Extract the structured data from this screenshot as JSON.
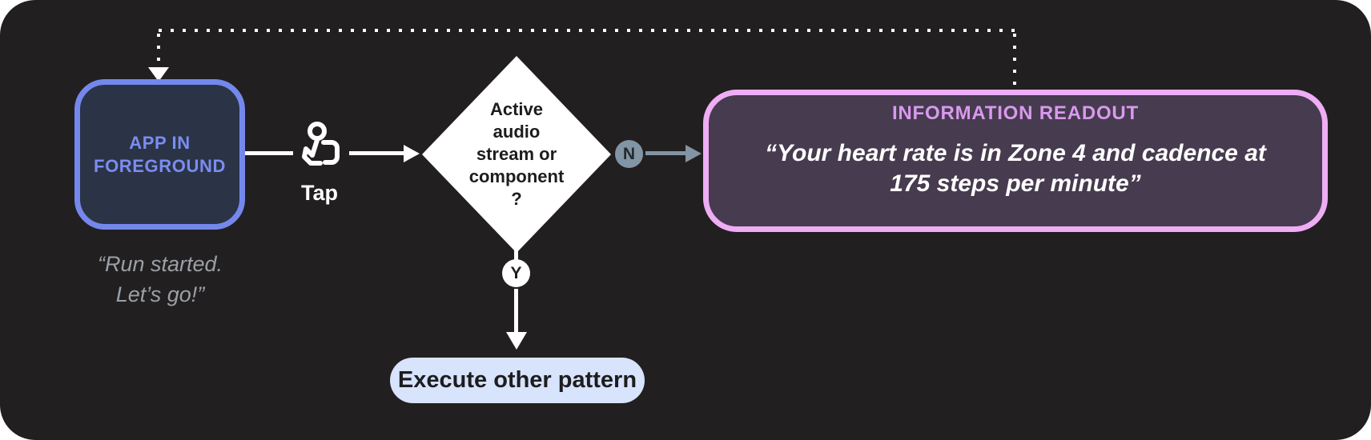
{
  "diagram": {
    "app_node": {
      "label": "APP IN\nFOREGROUND",
      "caption": "“Run started.\nLet’s go!”"
    },
    "tap": {
      "label": "Tap"
    },
    "decision": {
      "label": "Active\naudio\nstream or\ncomponent\n?"
    },
    "branches": {
      "no": "N",
      "yes": "Y"
    },
    "readout": {
      "title": "INFORMATION READOUT",
      "quote": "“Your heart rate is in Zone 4 and cadence at\n175 steps per minute”"
    },
    "execute": {
      "label": "Execute other pattern"
    }
  },
  "colors": {
    "canvas_bg": "#221f20",
    "app_border": "#7488ec",
    "app_fill": "#2b3347",
    "app_text": "#7b8df0",
    "caption_text": "#9aa0a6",
    "connector_white": "#ffffff",
    "decision_fill": "#ffffff",
    "decision_text": "#1d1d1d",
    "no_branch_gray": "#8295a4",
    "readout_border": "#eeadf5",
    "readout_fill": "#473b4f",
    "readout_title_text": "#d999ee",
    "readout_quote_text": "#ffffff",
    "execute_fill": "#d8e3fc",
    "execute_text": "#1d1d1f"
  }
}
